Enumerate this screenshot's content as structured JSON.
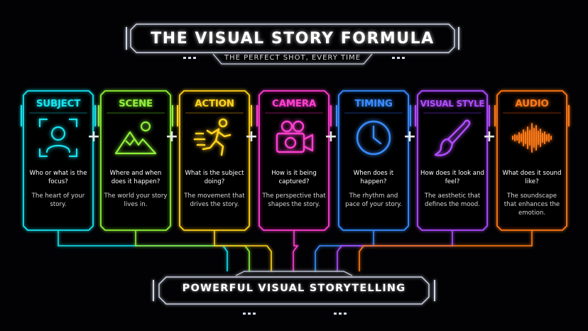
{
  "header": {
    "title": "THE VISUAL STORY FORMULA",
    "subtitle": "THE PERFECT SHOT, EVERY TIME"
  },
  "cards": [
    {
      "title": "SUBJECT",
      "question": "Who or what is the focus?",
      "description": "The heart of your story.",
      "color": "#19e3ef",
      "icon": "person-in-frame-icon"
    },
    {
      "title": "SCENE",
      "question": "Where and when does it happen?",
      "description": "The world your story lives in.",
      "color": "#8ef03a",
      "icon": "mountains-sun-icon"
    },
    {
      "title": "ACTION",
      "question": "What is the subject doing?",
      "description": "The movement that drives the story.",
      "color": "#ffd21e",
      "icon": "running-person-icon"
    },
    {
      "title": "CAMERA",
      "question": "How is it being captured?",
      "description": "The perspective that shapes the story.",
      "color": "#ff3fd0",
      "icon": "movie-camera-icon"
    },
    {
      "title": "TIMING",
      "question": "When does it happen?",
      "description": "The rhythm and pace of your story.",
      "color": "#3a8cff",
      "icon": "clock-icon"
    },
    {
      "title": "VISUAL STYLE",
      "question": "How does it look and feel?",
      "description": "The aesthetic that defines the mood.",
      "color": "#b04dff",
      "icon": "paintbrush-icon"
    },
    {
      "title": "AUDIO",
      "question": "What does it sound like?",
      "description": "The soundscape that enhances the emotion.",
      "color": "#ff7a18",
      "icon": "sound-wave-icon"
    }
  ],
  "operators": [
    "+",
    "+",
    "+",
    "+",
    "+",
    "+"
  ],
  "footer": {
    "result": "POWERFUL VISUAL STORYTELLING"
  }
}
